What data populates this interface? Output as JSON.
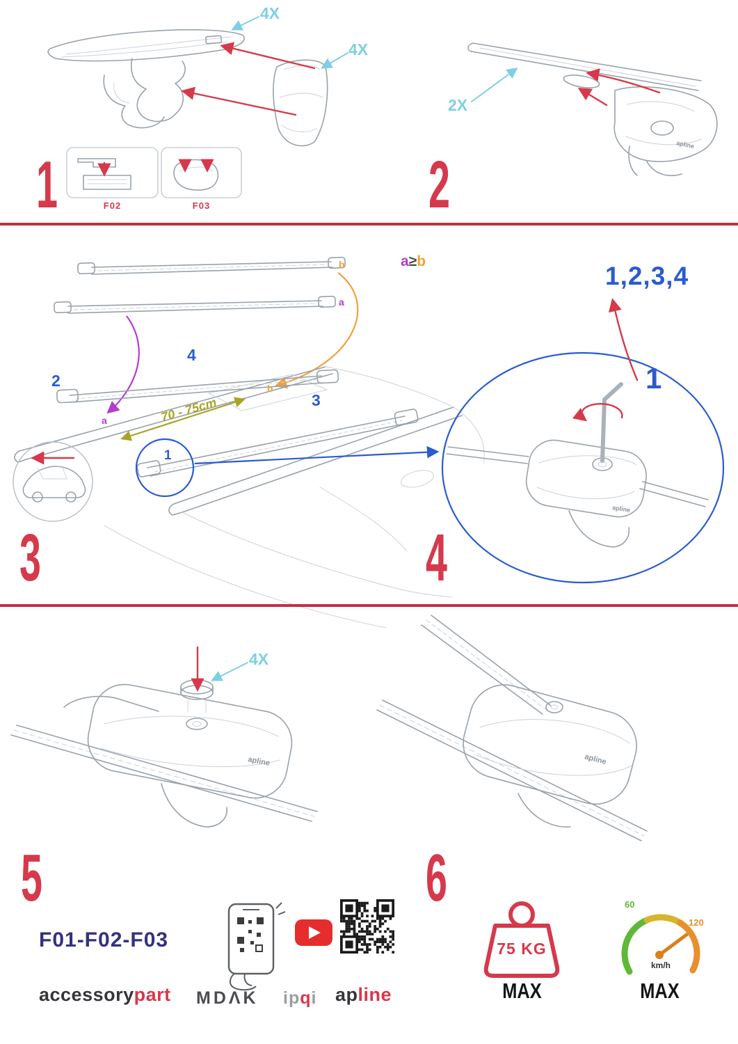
{
  "colors": {
    "accent_red": "#d6394b",
    "divider_red": "#c2303f",
    "label_cyan": "#7fcfe3",
    "label_blue": "#2a5bd0",
    "label_purple": "#b43bd0",
    "label_orange": "#f0a23a",
    "distance_olive": "#a8a428",
    "models_navy": "#32327c",
    "youtube_red": "#e62d2d",
    "gauge_green": "#5fb838",
    "gauge_orange": "#e8902c"
  },
  "product_logo": "apline",
  "steps": {
    "s1": {
      "num": "1",
      "qty_bar": "4X",
      "qty_cover": "4X",
      "box_left": "F02",
      "box_right": "F03"
    },
    "s2": {
      "num": "2",
      "qty": "2X"
    },
    "s3": {
      "num": "3",
      "label_bar2": "2",
      "label_bar4": "4",
      "label_bar3": "3",
      "label_bar1": "1",
      "distance": "70 - 75cm",
      "rule_a": "a",
      "rule_op": "≥",
      "rule_b": "b",
      "loose_bar_b": "b",
      "loose_bar_a": "a",
      "roof_a": "a",
      "roof_b": "b"
    },
    "s4": {
      "num": "4",
      "sequence": "1,2,3,4",
      "start": "1"
    },
    "s5": {
      "num": "5",
      "qty": "4X"
    },
    "s6": {
      "num": "6"
    }
  },
  "footer": {
    "models": "F01-F02-F03",
    "accessory": "accessory",
    "part": "part",
    "mdak": "MDΛK",
    "ipqi_ip": "ip",
    "ipqi_q": "q",
    "ipqi_i": "i",
    "apline_ap": "ap",
    "apline_line": "line"
  },
  "limits": {
    "weight": "75 KG",
    "weight_max": "MAX",
    "speed_low": "60",
    "speed_high": "120",
    "speed_unit": "km/h",
    "speed_max": "MAX"
  }
}
